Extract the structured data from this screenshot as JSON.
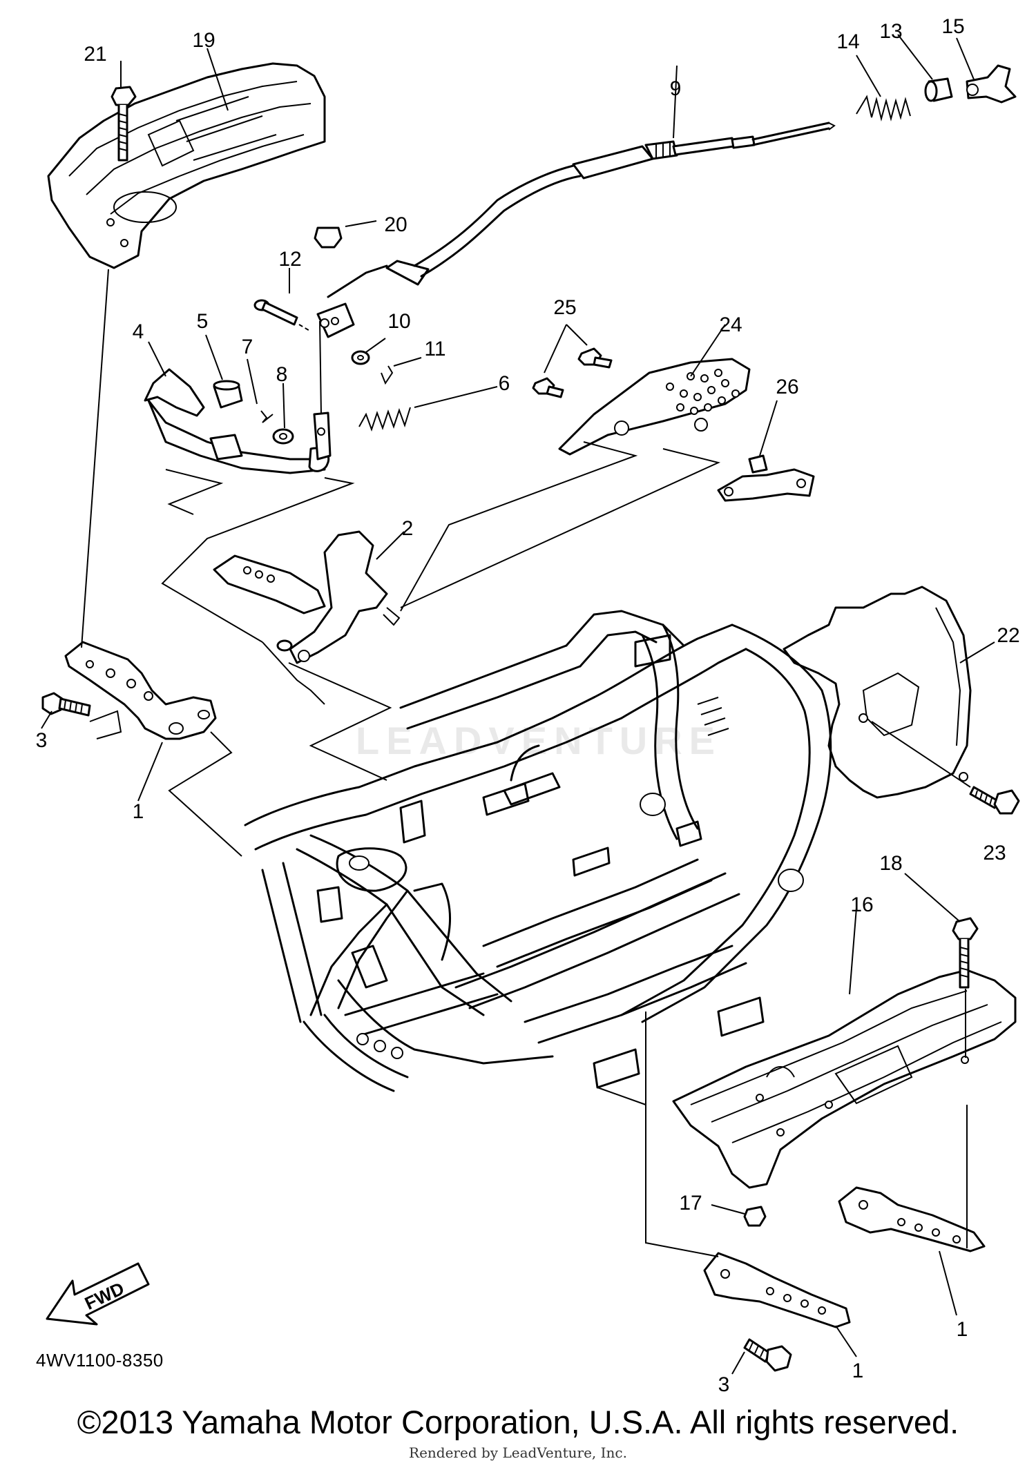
{
  "callouts": [
    {
      "id": "c21",
      "label": "21"
    },
    {
      "id": "c19",
      "label": "19"
    },
    {
      "id": "c20",
      "label": "20"
    },
    {
      "id": "c12",
      "label": "12"
    },
    {
      "id": "c9",
      "label": "9"
    },
    {
      "id": "c14",
      "label": "14"
    },
    {
      "id": "c13",
      "label": "13"
    },
    {
      "id": "c15",
      "label": "15"
    },
    {
      "id": "c4",
      "label": "4"
    },
    {
      "id": "c5",
      "label": "5"
    },
    {
      "id": "c7",
      "label": "7"
    },
    {
      "id": "c8",
      "label": "8"
    },
    {
      "id": "c10",
      "label": "10"
    },
    {
      "id": "c11",
      "label": "11"
    },
    {
      "id": "c6",
      "label": "6"
    },
    {
      "id": "c25",
      "label": "25"
    },
    {
      "id": "c24",
      "label": "24"
    },
    {
      "id": "c26",
      "label": "26"
    },
    {
      "id": "c2",
      "label": "2"
    },
    {
      "id": "c22",
      "label": "22"
    },
    {
      "id": "c3a",
      "label": "3"
    },
    {
      "id": "c1a",
      "label": "1"
    },
    {
      "id": "c23",
      "label": "23"
    },
    {
      "id": "c18",
      "label": "18"
    },
    {
      "id": "c16",
      "label": "16"
    },
    {
      "id": "c17",
      "label": "17"
    },
    {
      "id": "c1b",
      "label": "1"
    },
    {
      "id": "c1c",
      "label": "1"
    },
    {
      "id": "c3b",
      "label": "3"
    }
  ],
  "fwd_label": "FWD",
  "drawing_code": "4WV1100-8350",
  "copyright": "©2013 Yamaha Motor Corporation, U.S.A. All rights reserved.",
  "rendered_by": "Rendered by LeadVenture, Inc.",
  "watermark": "LEADVENTURE"
}
